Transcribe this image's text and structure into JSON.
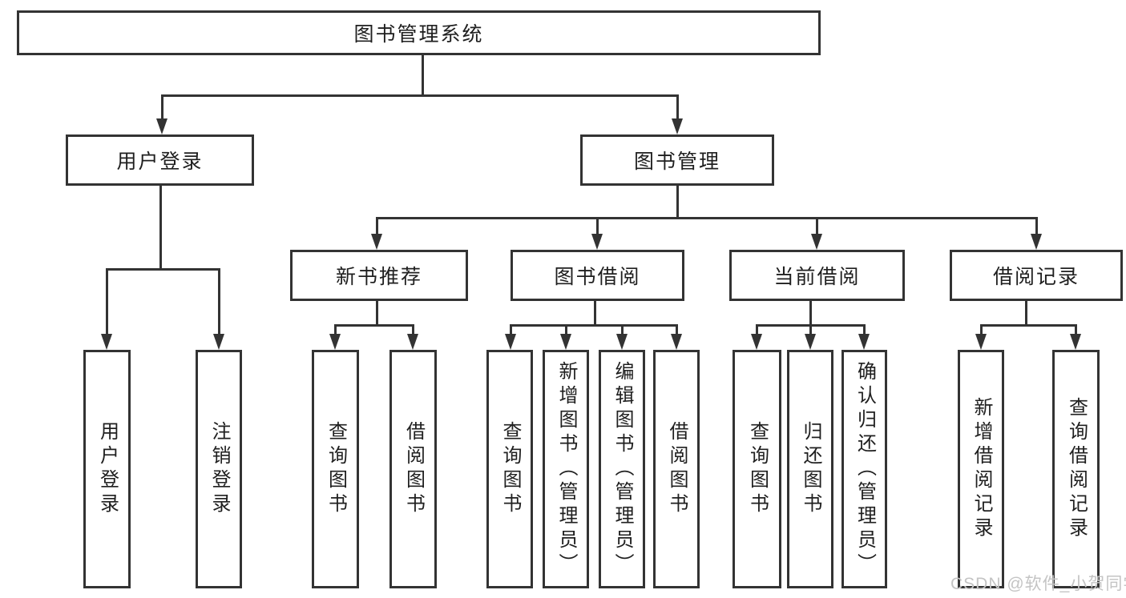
{
  "colors": {
    "line": "#333333",
    "text": "#1f1f1f",
    "box_background": "#ffffff",
    "watermark": "#c4c4c4"
  },
  "watermark": {
    "text": "CSDN @软件_小贺同学"
  },
  "tree": {
    "label": "图书管理系统",
    "children": [
      {
        "label": "用户登录",
        "children": [
          {
            "label": "用户登录"
          },
          {
            "label": "注销登录"
          }
        ]
      },
      {
        "label": "图书管理",
        "children": [
          {
            "label": "新书推荐",
            "children": [
              {
                "label": "查询图书"
              },
              {
                "label": "借阅图书"
              }
            ]
          },
          {
            "label": "图书借阅",
            "children": [
              {
                "label": "查询图书"
              },
              {
                "label": "新增图书（管理员）"
              },
              {
                "label": "编辑图书（管理员）"
              },
              {
                "label": "借阅图书"
              }
            ]
          },
          {
            "label": "当前借阅",
            "children": [
              {
                "label": "查询图书"
              },
              {
                "label": "归还图书"
              },
              {
                "label": "确认归还（管理员）"
              }
            ]
          },
          {
            "label": "借阅记录",
            "children": [
              {
                "label": "新增借阅记录"
              },
              {
                "label": "查询借阅记录"
              }
            ]
          }
        ]
      }
    ]
  }
}
